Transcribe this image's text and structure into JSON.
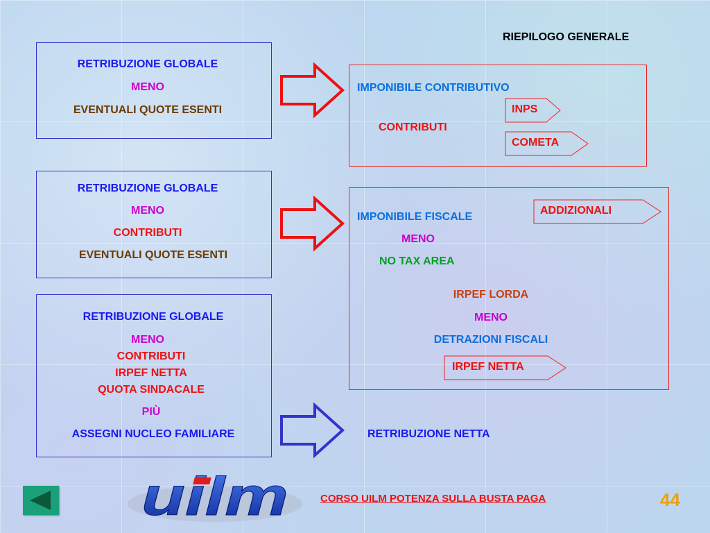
{
  "title": "RIEPILOGO GENERALE",
  "box1": {
    "line1": "RETRIBUZIONE GLOBALE",
    "line2": "MENO",
    "line3": "EVENTUALI QUOTE ESENTI"
  },
  "box2": {
    "line1": "RETRIBUZIONE GLOBALE",
    "line2": "MENO",
    "line3": "CONTRIBUTI",
    "line4": "EVENTUALI QUOTE ESENTI"
  },
  "box3": {
    "line1": "RETRIBUZIONE GLOBALE",
    "line2": "MENO",
    "line3": "CONTRIBUTI",
    "line4": "IRPEF NETTA",
    "line5": "QUOTA SINDACALE",
    "line6": "PIÙ",
    "line7": "ASSEGNI NUCLEO FAMILIARE"
  },
  "contrib_box": {
    "heading": "IMPONIBILE CONTRIBUTIVO",
    "contributi": "CONTRIBUTI",
    "tag1": "INPS",
    "tag2": "COMETA"
  },
  "fiscal_box": {
    "heading": "IMPONIBILE FISCALE",
    "meno1": "MENO",
    "no_tax": "NO TAX AREA",
    "addizionali": "ADDIZIONALI",
    "irpef_lorda": "IRPEF LORDA",
    "meno2": "MENO",
    "detrazioni": "DETRAZIONI FISCALI",
    "irpef_netta": "IRPEF NETTA"
  },
  "result": "RETRIBUZIONE NETTA",
  "footer": {
    "course": "CORSO UILM POTENZA SULLA BUSTA PAGA",
    "page_number": "44",
    "logo_text": "uilm"
  },
  "colors": {
    "arrow_red": "#ee1111",
    "arrow_blue": "#3333cc",
    "nav_button": "#1aa17a"
  }
}
